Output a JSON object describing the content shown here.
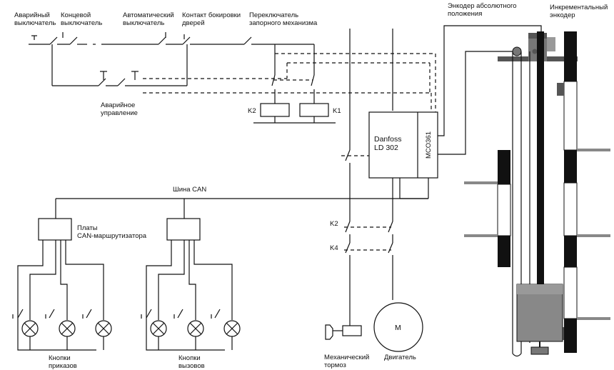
{
  "labels": {
    "emergency_switch": [
      "Аварийный",
      "выключатель"
    ],
    "limit_switch": [
      "Концевой",
      "выключатель"
    ],
    "auto_switch": [
      "Автоматический",
      "выключатель"
    ],
    "door_contact": [
      "Контакт бокировки",
      "дверей"
    ],
    "lock_switch": [
      "Переключатель",
      "запорного механизма"
    ],
    "emergency_control": [
      "Аварийное",
      "управление"
    ],
    "abs_encoder": [
      "Энкодер абсолютного",
      "положения"
    ],
    "inc_encoder": [
      "Инкрементальный",
      "энкодер"
    ],
    "can_bus": "Шина CAN",
    "can_routers": [
      "Платы",
      "CAN-маршрутизатора"
    ],
    "order_buttons": [
      "Кнопки",
      "приказов"
    ],
    "call_buttons": [
      "Кнопки",
      "вызовов"
    ],
    "brake": [
      "Механический",
      "тормоз"
    ],
    "motor_caption": "Двигатель",
    "motor_symbol": "M",
    "drive": [
      "Danfoss",
      "LD 302"
    ],
    "mco": "MCO361",
    "relays": {
      "k1": "K1",
      "k2": "K2",
      "k4": "K4"
    }
  }
}
